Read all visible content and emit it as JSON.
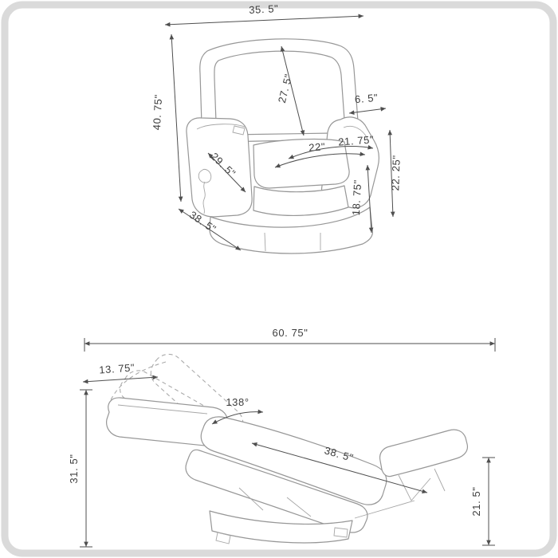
{
  "upright_view": {
    "overall_width": "35. 5\"",
    "overall_height": "40. 75\"",
    "back_height": "27. 5\"",
    "arm_width": "6. 5\"",
    "seat_width": "22\"",
    "seat_front_width": "21. 75\"",
    "seat_depth": "29. 5\"",
    "arm_height": "22. 25\"",
    "seat_height": "18. 75\"",
    "overall_depth": "38. 5\""
  },
  "reclined_view": {
    "reclined_length": "60. 75\"",
    "headrest_segment": "13. 75\"",
    "recline_angle": "138°",
    "back_length": "38. 5\"",
    "overall_height": "31. 5\"",
    "footrest_height": "21. 5\""
  }
}
